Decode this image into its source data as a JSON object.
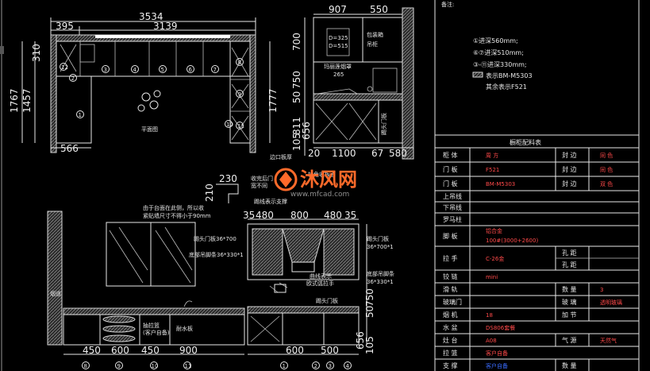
{
  "top_note": "备注:",
  "notes": {
    "n1": "①进深560mm;",
    "n2": "⑥⑦进深510mm;",
    "n3": "③-⑪进深330mm;",
    "n4": "表示BM-M5303",
    "n5": "其余表示F521"
  },
  "plan": {
    "dims_top": [
      "3534",
      "3139",
      "395"
    ],
    "dims_left": [
      "1767",
      "1457",
      "310"
    ],
    "dim_right": "1777",
    "dim_bottom": "566",
    "label": "平面图",
    "nums": [
      "1",
      "2",
      "3",
      "4",
      "5",
      "6",
      "7",
      "8",
      "9",
      "10",
      "11",
      "12"
    ]
  },
  "section": {
    "dims_top": [
      "907",
      "550"
    ],
    "dims_left": [
      "700",
      "750",
      "811",
      "50",
      "105",
      "656"
    ],
    "dims_bottom": [
      "20",
      "1100",
      "67",
      "580"
    ],
    "label_box": "D=325\nD=515",
    "label_box_text": "包装箱\n吊柜",
    "label_hood": "玛丽莲烟罩",
    "label_ic": "265",
    "label_side": "踢头门板",
    "label_bottom": "边口板厚"
  },
  "detail": {
    "dim_230": "230",
    "dim_210": "210",
    "note1": "收完后门\n宽不同",
    "note2": "转角收板面",
    "note_warn": "由于台面在此侧，所以收",
    "note_warn2": "紧贴墙尺寸不得小于90mm",
    "note3": "踢线表示支撑"
  },
  "elev_left": {
    "label_wall": "烟道",
    "label_door": "踢头门板36*700",
    "label_hatch": "底部吊脚条36*330*1",
    "label_drawer": "抽拉篮",
    "label_drawer2": "(客户自备)",
    "label_sink": "耐水板",
    "dims_bottom": [
      "450",
      "600",
      "450",
      "900"
    ],
    "nums": [
      "8",
      "9",
      "10",
      "11"
    ]
  },
  "elev_right": {
    "dims_top": [
      "35",
      "480",
      "800",
      "480",
      "35"
    ],
    "label_door": "踢头门板\n36*700*1",
    "label_hatch": "底部吊脚条\n36*330*1",
    "label_curve": "曲线表示\n欧式弧拉手",
    "label_side": "踢头门板",
    "dims_right": [
      "750",
      "50",
      "656",
      "105"
    ],
    "dims_bottom": [
      "600",
      "500"
    ],
    "nums": [
      "1",
      "2",
      "3",
      "4"
    ]
  },
  "watermark": {
    "brand": "沐风网",
    "url": "www.mfcad.com"
  },
  "table": {
    "title": "橱柜配料表",
    "rows": [
      {
        "a": "柜 体",
        "b": "周 方",
        "c": "封 边",
        "d": "同 色"
      },
      {
        "a": "门 板",
        "b": "F521",
        "c": "封 边",
        "d": "同 色"
      },
      {
        "a": "门 板",
        "b": "BM-M5303",
        "c": "封 边",
        "d": "双 色"
      },
      {
        "a": "上吊线",
        "b": "",
        "c": "",
        "d": ""
      },
      {
        "a": "下吊线",
        "b": "",
        "c": "",
        "d": ""
      },
      {
        "a": "罗马柱",
        "b": "",
        "c": "",
        "d": ""
      },
      {
        "a": "脚 板",
        "b": "铝合金",
        "b2": "100#(3000+2600)",
        "c": "",
        "d": ""
      },
      {
        "a": "拉 手",
        "b": "C-26金",
        "c": "孔 距",
        "c2": "孔 距",
        "d": ""
      },
      {
        "a": "铰 链",
        "b": "mini",
        "c": "",
        "d": ""
      },
      {
        "a": "滑 轨",
        "b": "",
        "c": "数 量",
        "d": "3"
      },
      {
        "a": "玻璃门",
        "b": "",
        "c": "玻 璃",
        "d": "透明玻璃"
      },
      {
        "a": "烟 机",
        "b": "18",
        "c": "加 节",
        "d": ""
      },
      {
        "a": "水 盆",
        "b": "DS806套餐",
        "c": "",
        "d": ""
      },
      {
        "a": "灶 台",
        "b": "A08",
        "c": "气 源",
        "d": "天然气"
      },
      {
        "a": "拉 篮",
        "b": "客户自备",
        "c": "",
        "d": ""
      },
      {
        "a": "支 撑",
        "b": "客户自备",
        "c": "数 量",
        "d": ""
      }
    ]
  }
}
